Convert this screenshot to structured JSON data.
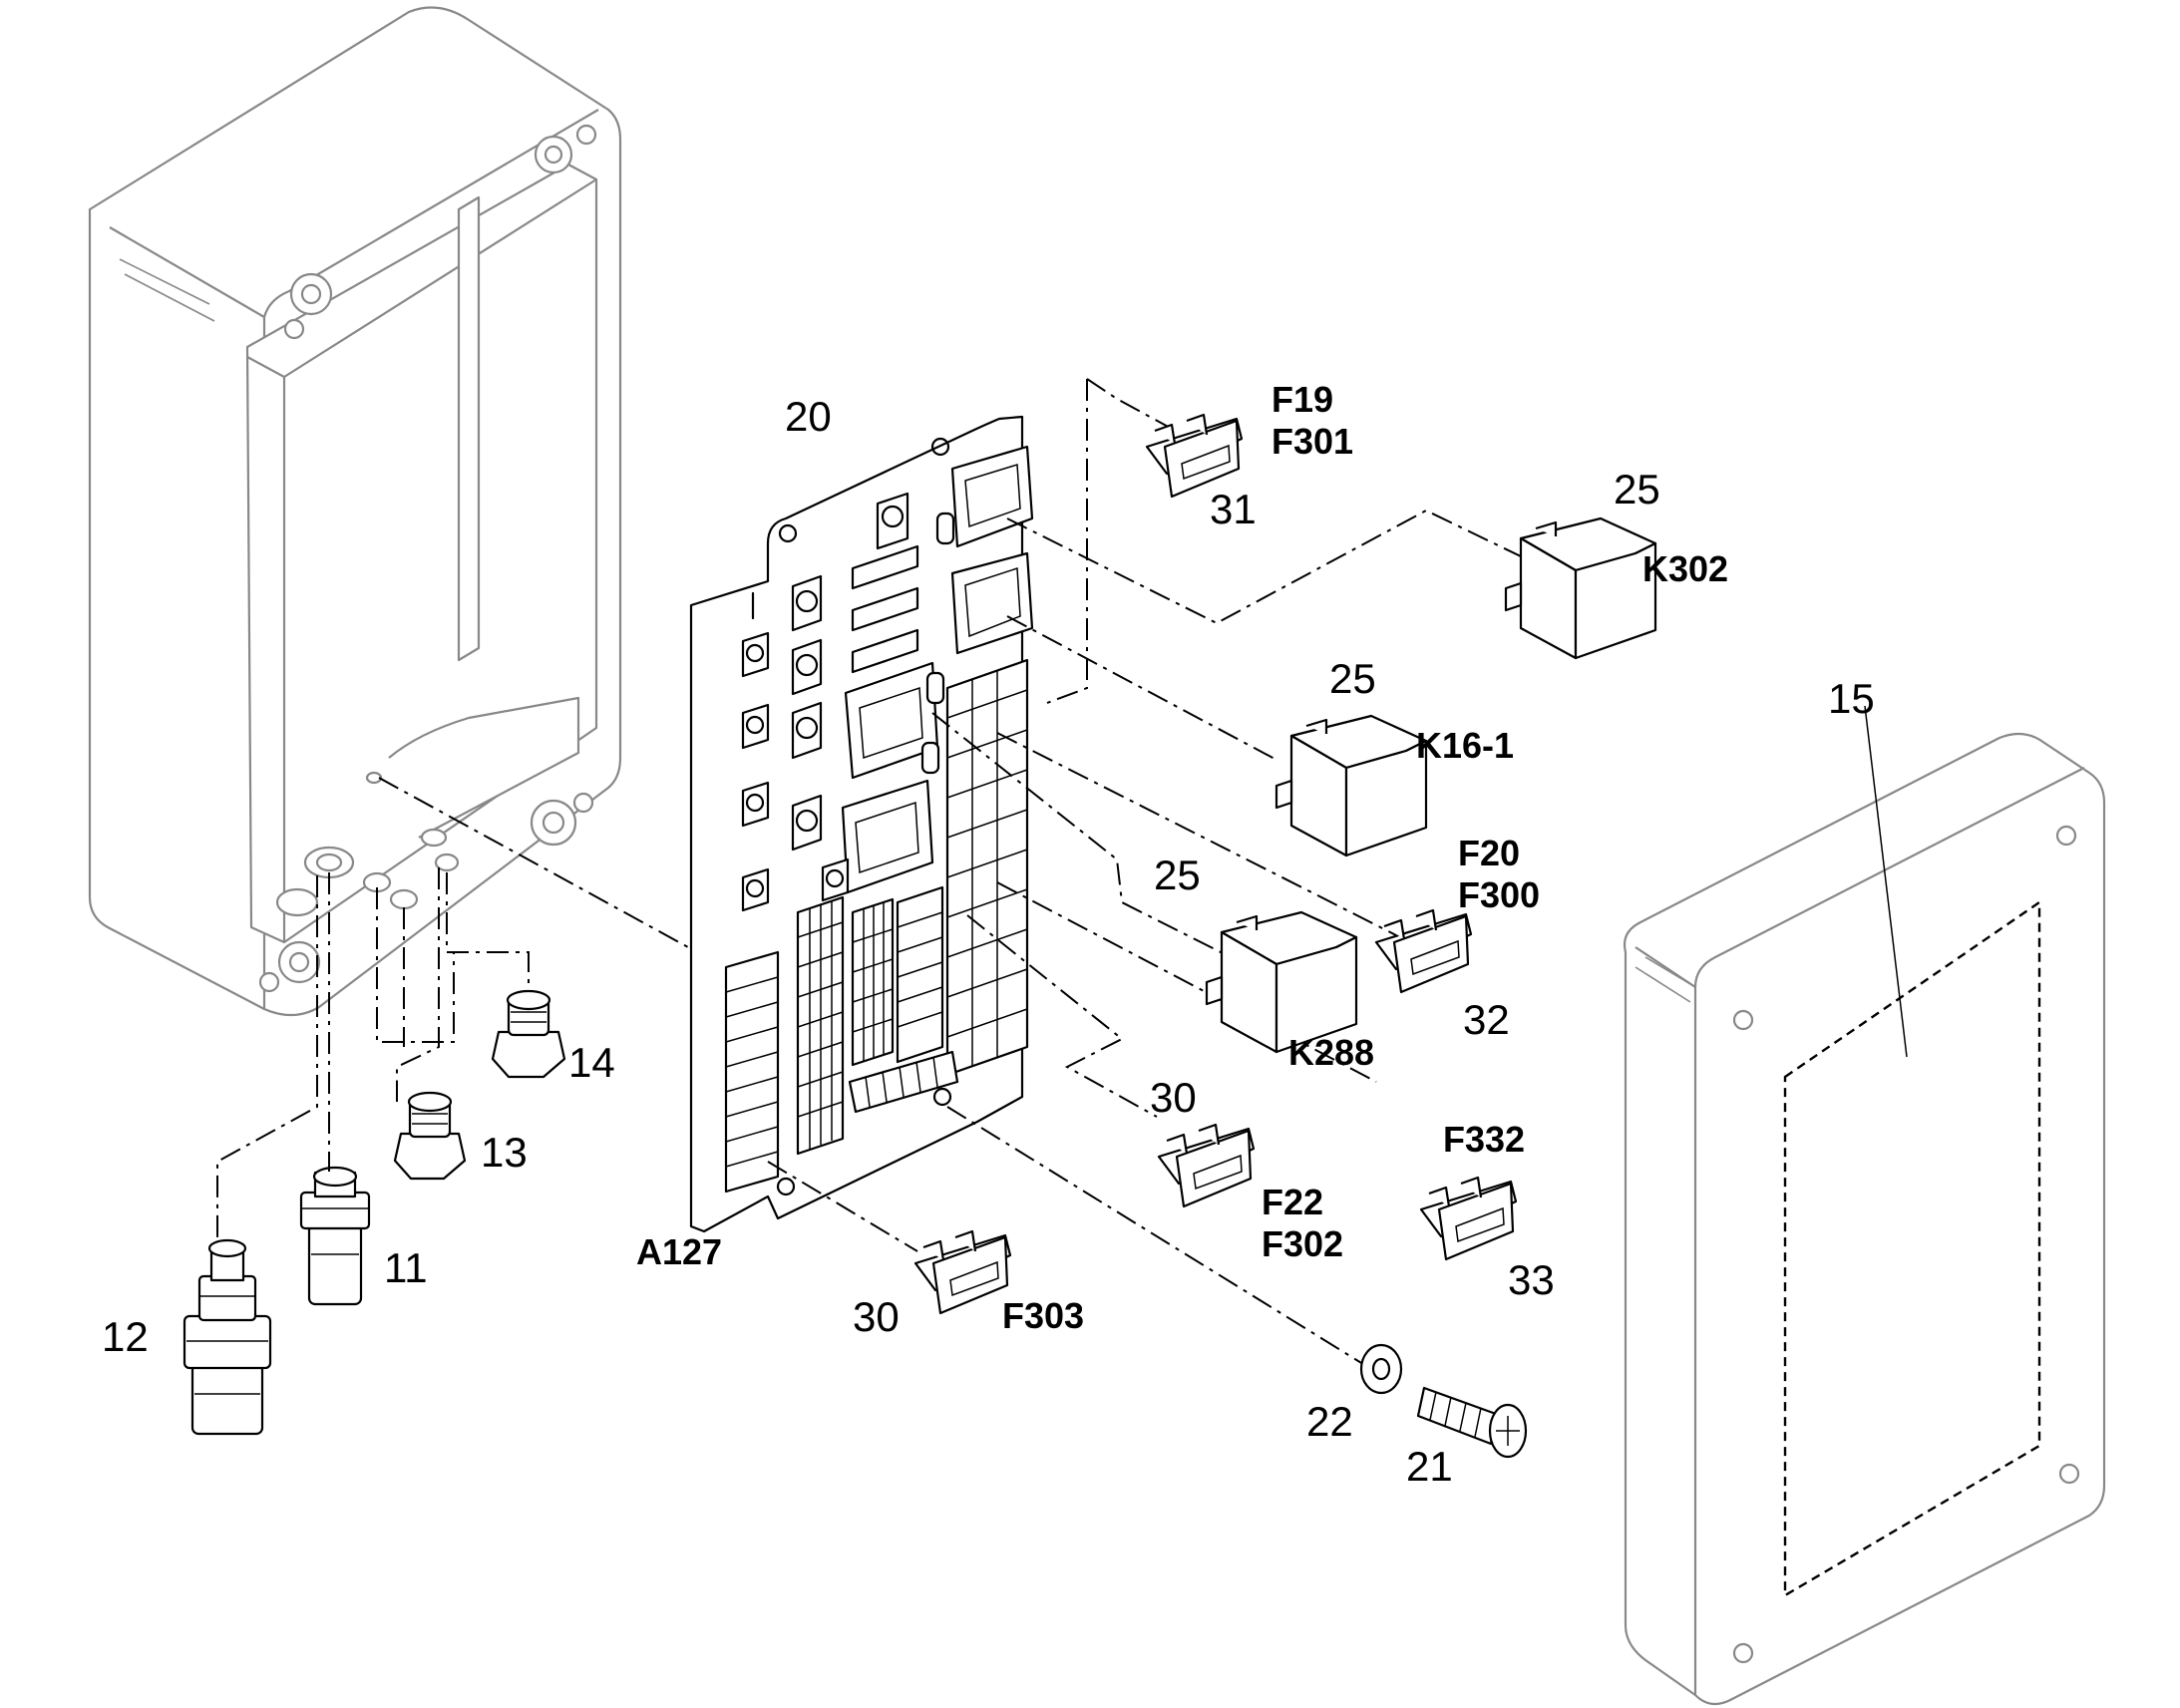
{
  "callouts": {
    "c11": "11",
    "c12": "12",
    "c13": "13",
    "c14": "14",
    "c15": "15",
    "c20": "20",
    "c21": "21",
    "c22": "22",
    "c25_k302": "25",
    "c25_k16": "25",
    "c25_k288": "25",
    "c30_f22": "30",
    "c30_f303": "30",
    "c31": "31",
    "c32": "32",
    "c33": "33"
  },
  "refs": {
    "f19": "F19",
    "f301": "F301",
    "k302": "K302",
    "k16_1": "K16-1",
    "f20": "F20",
    "f300": "F300",
    "k288": "K288",
    "f332": "F332",
    "f22": "F22",
    "f302": "F302",
    "f303": "F303",
    "a127": "A127"
  }
}
